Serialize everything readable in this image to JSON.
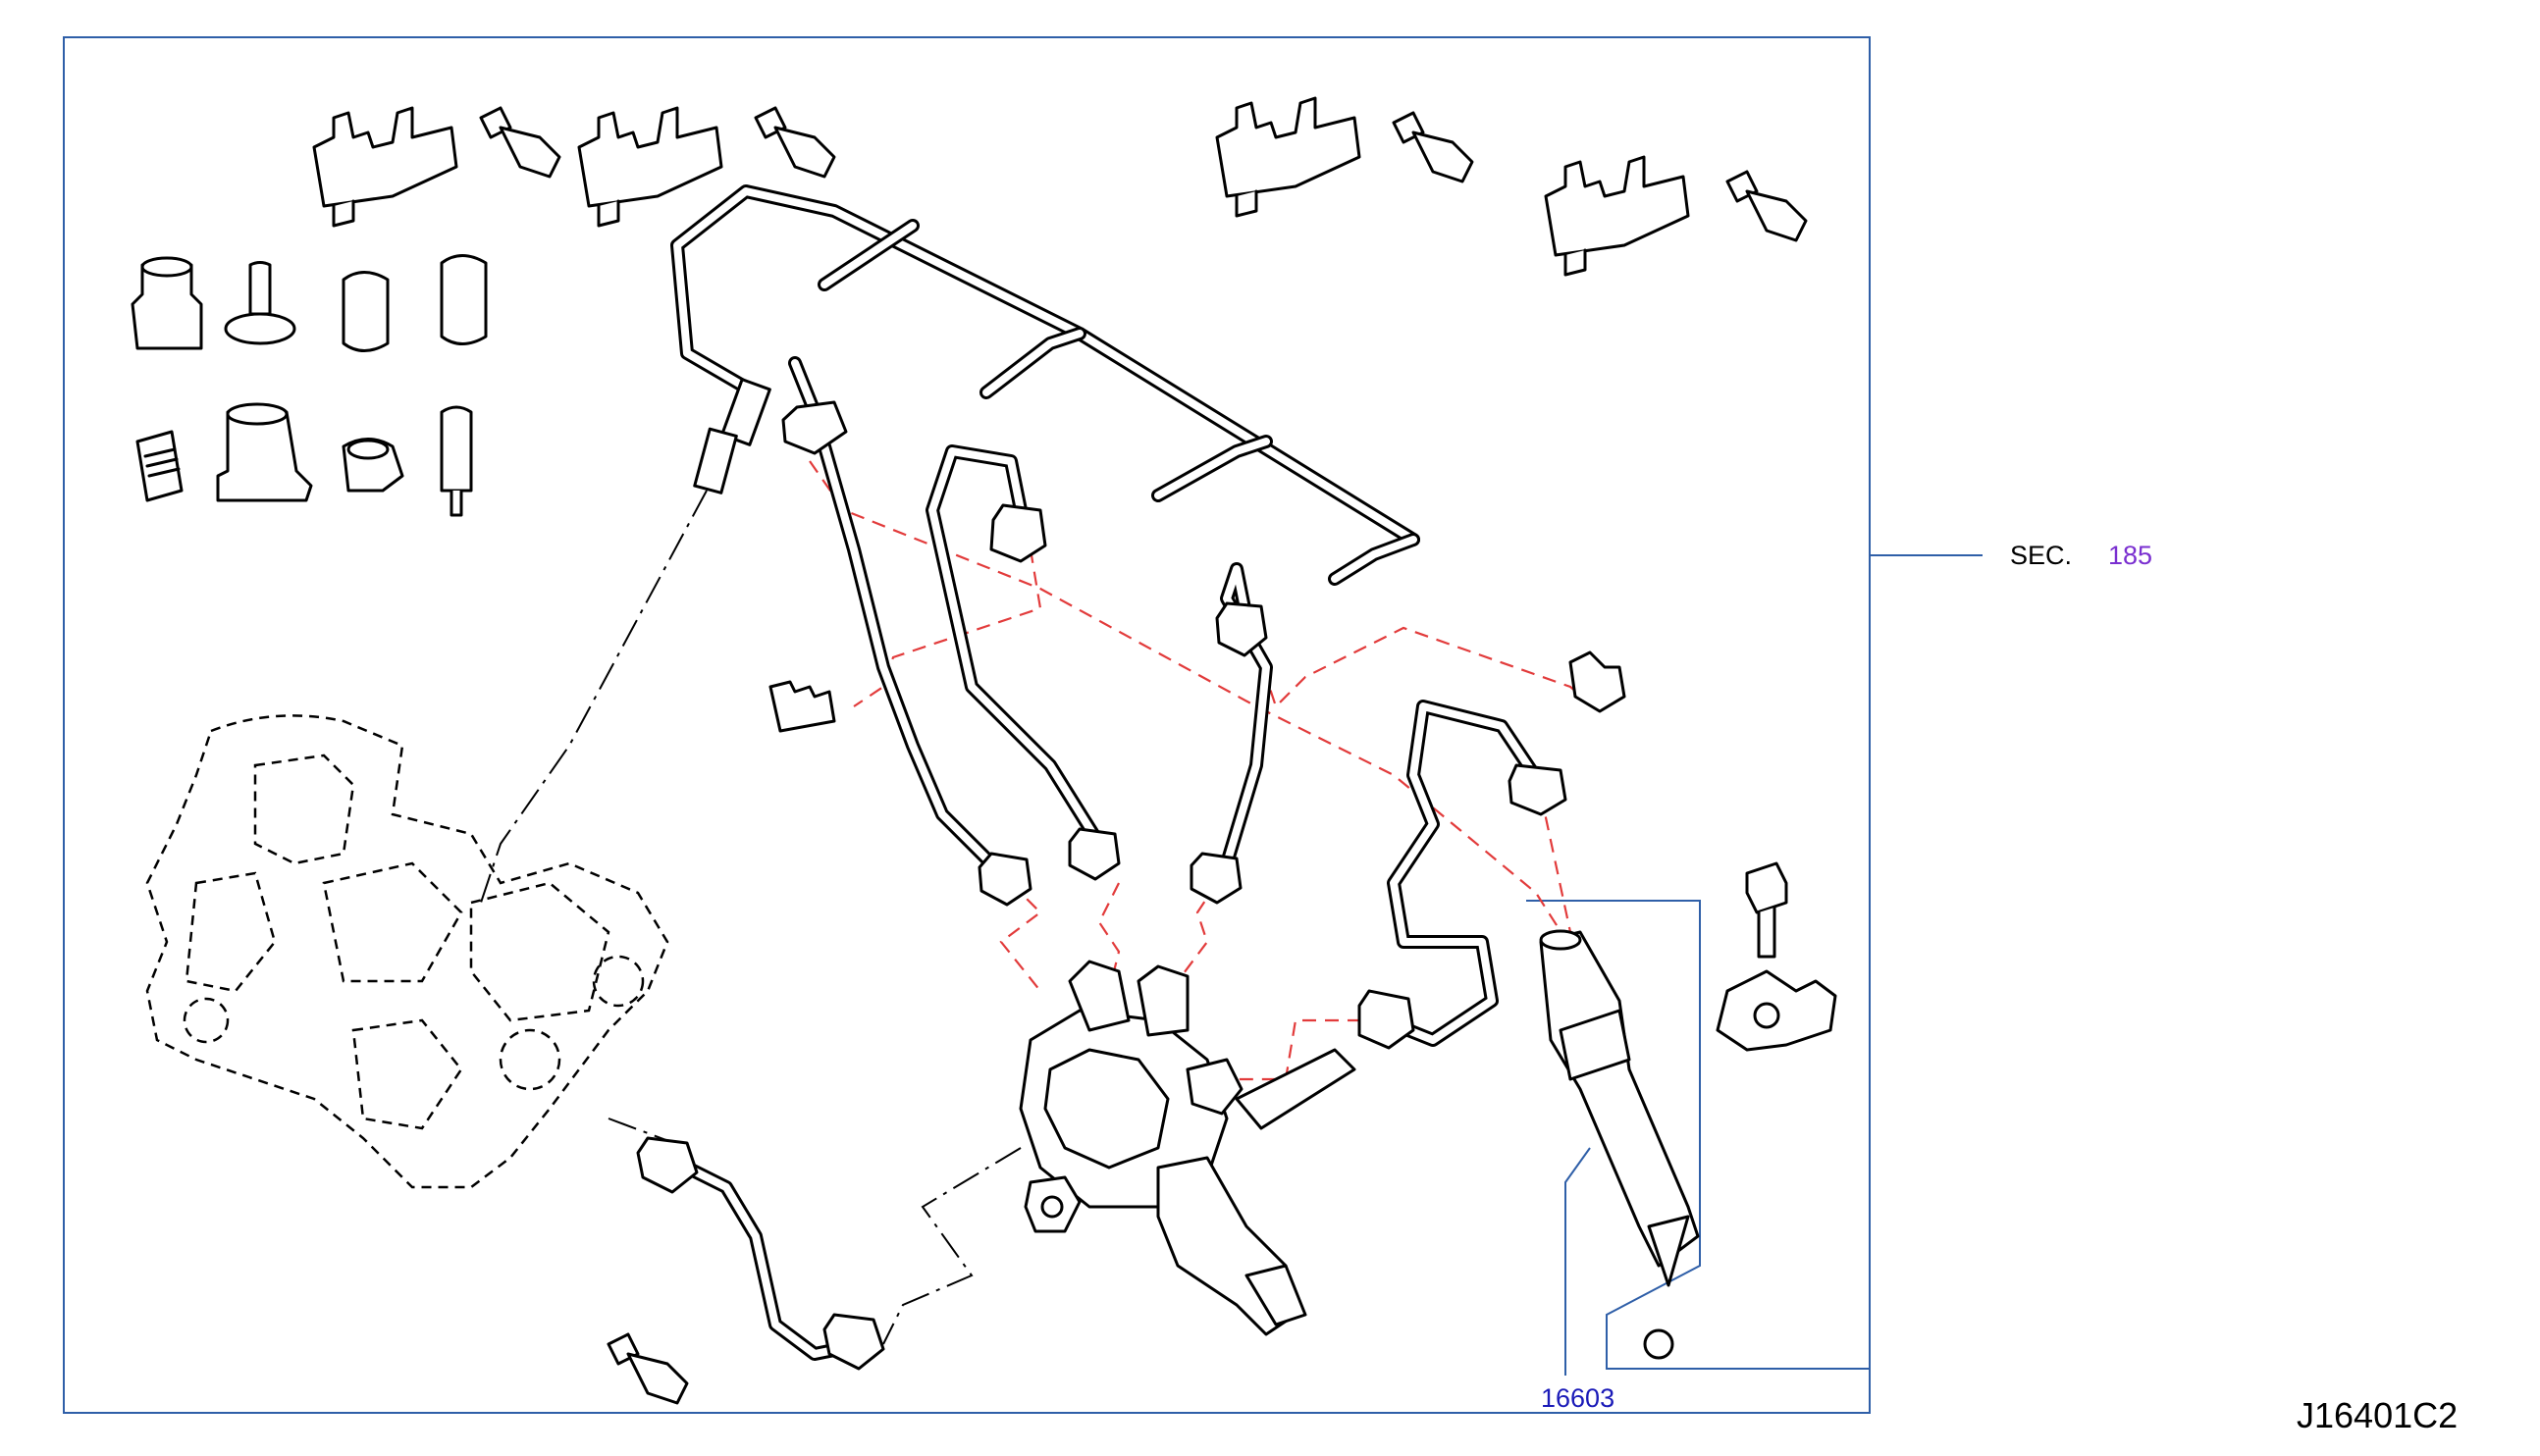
{
  "diagram": {
    "section_prefix": "SEC.",
    "section_number": "185",
    "part_number": "16603",
    "illustration_code": "J16401C2"
  },
  "colors": {
    "frame": "#2f5fa8",
    "section_number": "#7a2fd0",
    "part_number": "#1a1ab8",
    "dashed_leader": "#e23b3b",
    "line_art": "#000000"
  },
  "icons": [
    "pipe-clamp-icon",
    "grommet-icon",
    "engine-outline-icon",
    "fuel-tube-icon",
    "fuel-pump-icon",
    "fuel-injector-icon",
    "bolt-icon",
    "injector-clamp-icon",
    "washer-icon",
    "nut-icon",
    "notice-label-icon"
  ]
}
